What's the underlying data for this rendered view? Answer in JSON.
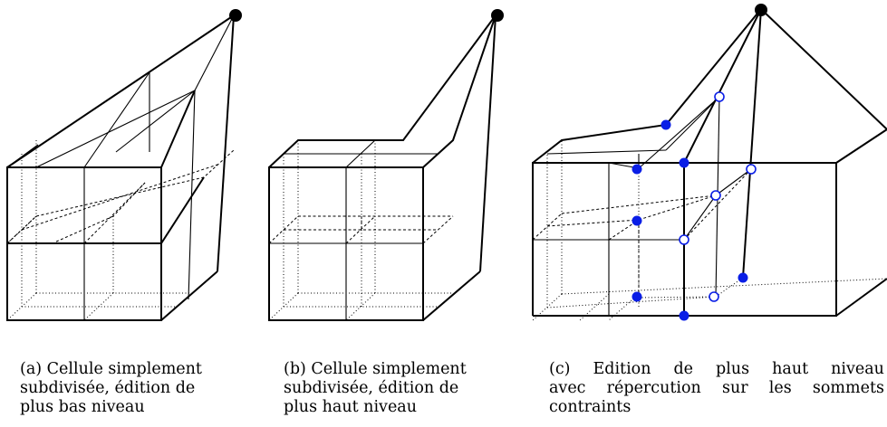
{
  "figures": [
    {
      "id": "a",
      "caption_lines": [
        "(a) Cellule simplement",
        "subdivisée, édition de",
        "plus bas niveau"
      ]
    },
    {
      "id": "b",
      "caption_lines": [
        "(b) Cellule simplement",
        "subdivisée, édition de",
        "plus haut niveau"
      ]
    },
    {
      "id": "c",
      "caption_words_line1": [
        "(c)",
        "Edition",
        "de",
        "plus",
        "haut",
        "niveau"
      ],
      "caption_words_line2": [
        "avec",
        "répercution",
        "sur",
        "les",
        "sommets"
      ],
      "caption_line3": "contraints"
    }
  ],
  "colors": {
    "line": "#000000",
    "constrained_vertex": "#0a1ee6",
    "control_point": "#000000"
  }
}
